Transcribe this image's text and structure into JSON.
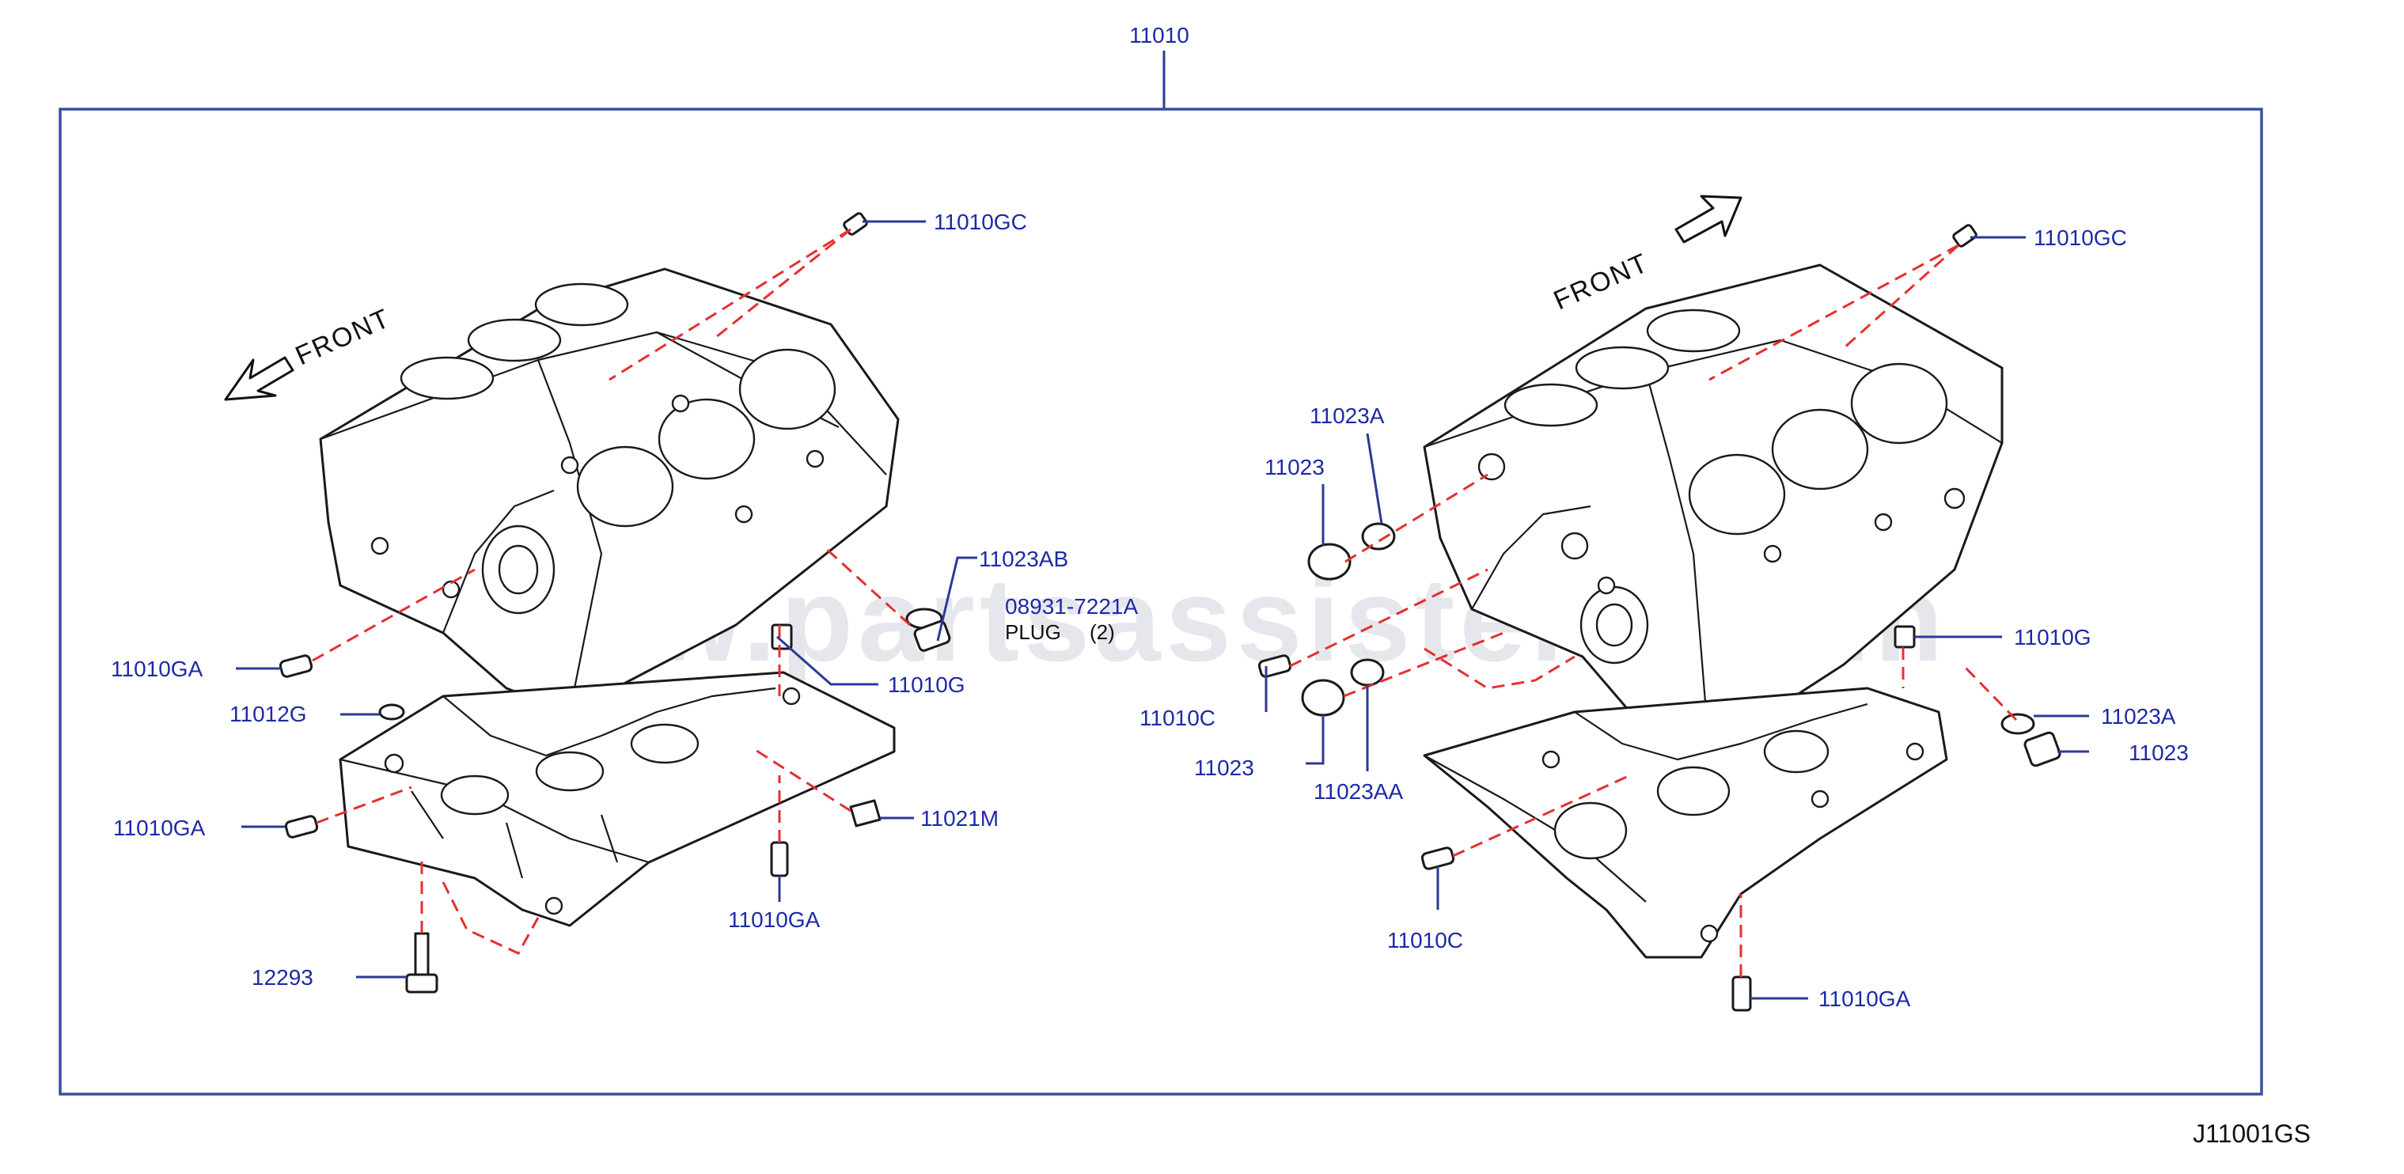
{
  "assembly": {
    "part_number": "11010"
  },
  "diagram_code": "J11001GS",
  "watermark": "www.partsassistent.com",
  "left_view": {
    "front_label": "FRONT",
    "callouts": {
      "c1": "11010GC",
      "c2": "11023AB",
      "c3": "08931-7221A",
      "c4": "11010G",
      "c5": "11010GA",
      "c6": "11012G",
      "c7": "11010GA",
      "c8": "11021M",
      "c9": "11010GA",
      "c10": "12293"
    },
    "plug_note": "PLUG",
    "plug_qty": "(2)"
  },
  "right_view": {
    "front_label": "FRONT",
    "callouts": {
      "c1": "11010GC",
      "c2": "11023A",
      "c3": "11023",
      "c4": "11010G",
      "c5": "11010C",
      "c6": "11023",
      "c7": "11023AA",
      "c8": "11023A",
      "c9": "11023",
      "c10": "11010C",
      "c11": "11010GA"
    }
  },
  "colors": {
    "frame": "#3a4fa0",
    "leader": "#2b3a96",
    "callout_text": "#1d2aa6",
    "dashed_line": "#e53030",
    "line_art": "#1a1a1a"
  }
}
